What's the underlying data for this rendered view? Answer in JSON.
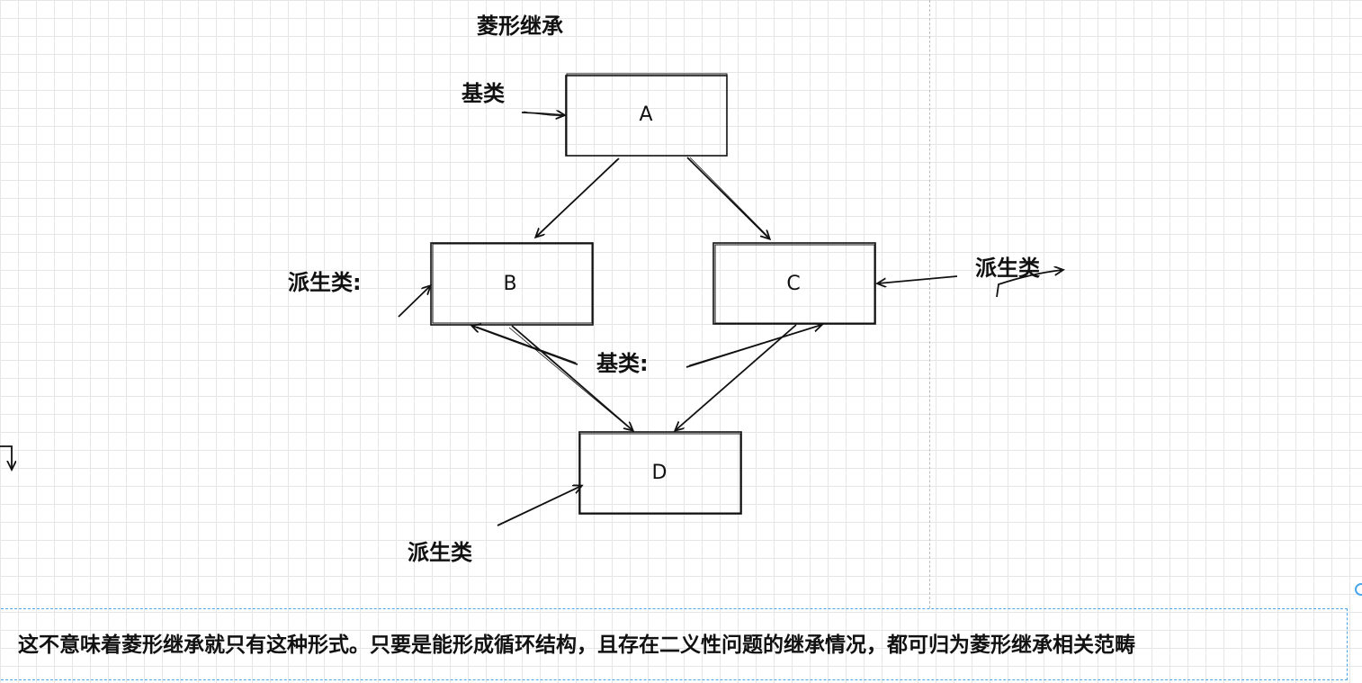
{
  "title": "菱形继承",
  "nodes": {
    "a": "A",
    "b": "B",
    "c": "C",
    "d": "D"
  },
  "labels": {
    "base_top": "基类",
    "derived_left": "派生类:",
    "derived_right": "派生类",
    "base_middle": "基类:",
    "derived_bottom": "派生类"
  },
  "note": "这不意味着菱形继承就只有这种形式。只要是能形成循环结构，且存在二义性问题的继承情况，都可归为菱形继承相关范畴",
  "colors": {
    "stroke": "#111111",
    "grid": "#e6e6e6",
    "selection": "#4aa6e8"
  }
}
